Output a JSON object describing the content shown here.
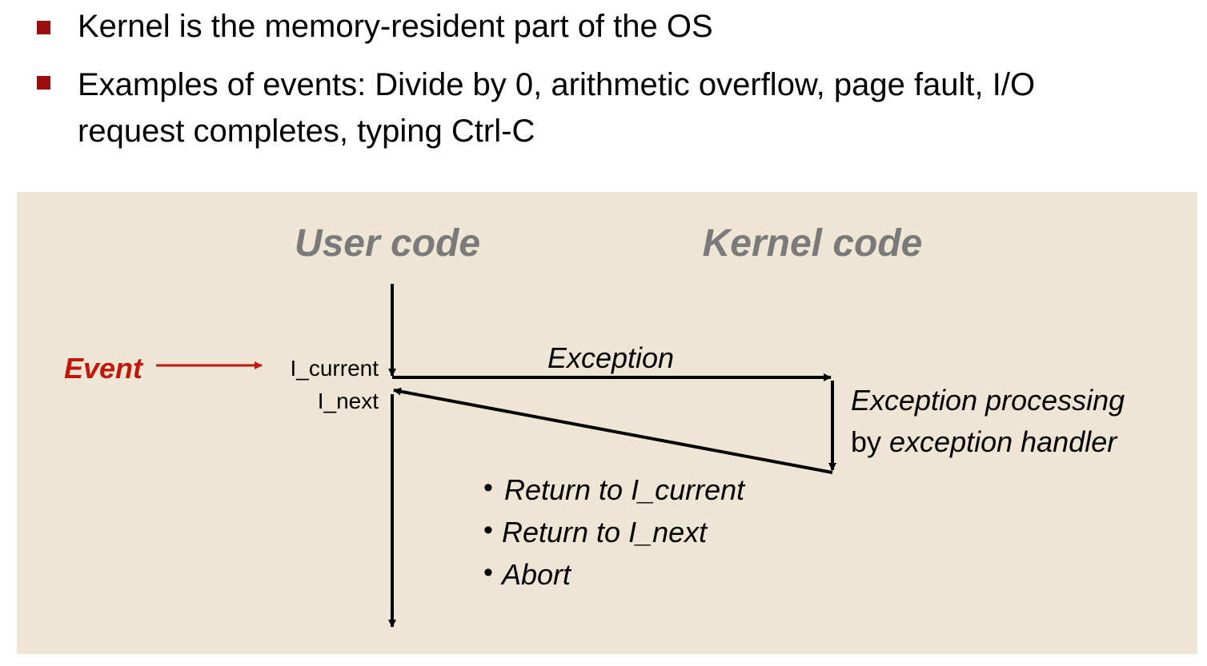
{
  "bullets": [
    {
      "text": "Kernel is the memory-resident part of the OS"
    },
    {
      "line1": "Examples of events: Divide by 0, arithmetic overflow, page fault, I/O",
      "line2": "request completes, typing Ctrl-C"
    }
  ],
  "diagram": {
    "user_code_label": "User code",
    "kernel_code_label": "Kernel code",
    "event_label": "Event",
    "i_current_label": "I_current",
    "i_next_label": "I_next",
    "exception_label": "Exception",
    "processing_line1": "Exception processing",
    "processing_line2_prefix": "by ",
    "processing_line2_rest": "exception handler",
    "outcomes": [
      "Return to I_current",
      "Return to I_next",
      "Abort"
    ],
    "bullet_glyph": "•"
  },
  "colors": {
    "bullet_marker": "#9b0e0e",
    "event": "#c0180c",
    "panel_background": "#efe5d4",
    "header_gray": "#7a7a7a",
    "arrow": "#000000"
  }
}
